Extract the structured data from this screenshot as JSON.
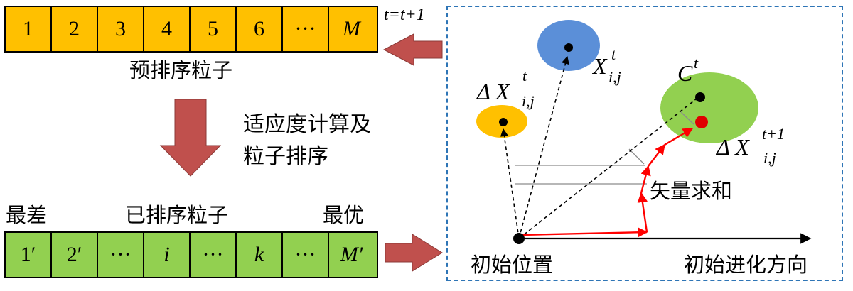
{
  "colors": {
    "yellow": "#FFC000",
    "green": "#92D050",
    "red_arrow": "#C0504D",
    "blue_border": "#2E75B6",
    "blue_ellipse": "#5B8FD8",
    "yellow_ellipse": "#FFC000",
    "green_ellipse": "#92D050",
    "red_vectors": "#FF0000"
  },
  "top_row": {
    "cells": [
      "1",
      "2",
      "3",
      "4",
      "5",
      "6",
      "···",
      "M"
    ],
    "caption": "预排序粒子"
  },
  "middle": {
    "line1": "适应度计算及",
    "line2": "粒子排序"
  },
  "bottom_row": {
    "worst_label": "最差",
    "sorted_label": "已排序粒子",
    "best_label": "最优",
    "cells": [
      "1′",
      "2′",
      "···",
      "i",
      "···",
      "k",
      "···",
      "M′"
    ]
  },
  "iteration_label": "t=t+1",
  "panel": {
    "x_label_main": "X",
    "x_sub": "i,j",
    "t_sup": "t",
    "delta_label": "Δ X",
    "c_label": "C",
    "t1_sup": "t+1",
    "vector_sum": "矢量求和",
    "initial_position": "初始位置",
    "initial_direction": "初始进化方向"
  }
}
